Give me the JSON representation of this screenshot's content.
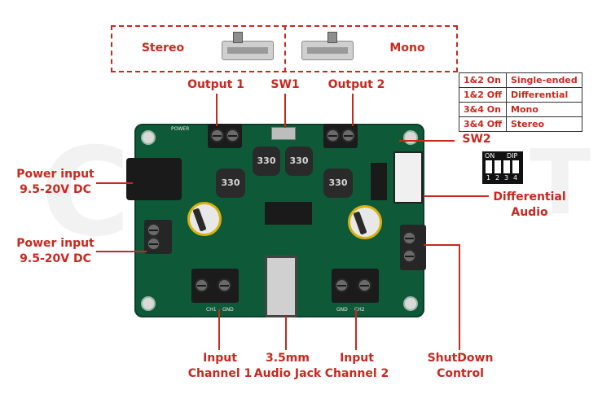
{
  "switch_box": {
    "left_label": "Stereo",
    "right_label": "Mono"
  },
  "labels": {
    "output1": "Output 1",
    "sw1": "SW1",
    "output2": "Output 2",
    "sw2": "SW2",
    "power_input_1": "Power input\n9.5-20V DC",
    "power_input_2": "Power input\n9.5-20V DC",
    "differential_audio": "Differential\nAudio",
    "input_channel1": "Input\nChannel 1",
    "audio_jack": "3.5mm\nAudio Jack",
    "input_channel2": "Input\nChannel 2",
    "shutdown_control": "ShutDown\nControl"
  },
  "sw2_table": [
    {
      "setting": "1&2 On",
      "mode": "Single-ended"
    },
    {
      "setting": "1&2 Off",
      "mode": "Differential"
    },
    {
      "setting": "3&4 On",
      "mode": "Mono"
    },
    {
      "setting": "3&4 Off",
      "mode": "Stereo"
    }
  ],
  "dip_switch": {
    "on_label": "ON",
    "dip_label": "DIP",
    "numbers": [
      "1",
      "2",
      "3",
      "4"
    ]
  },
  "board": {
    "inductor_marking": "330",
    "silkscreen": [
      "POWER",
      "CH1",
      "GND",
      "CH2",
      "GND"
    ]
  },
  "colors": {
    "accent": "#c8281e",
    "pcb": "#0e5a38"
  },
  "watermark": {
    "text_left": "C",
    "text_right": "T"
  }
}
